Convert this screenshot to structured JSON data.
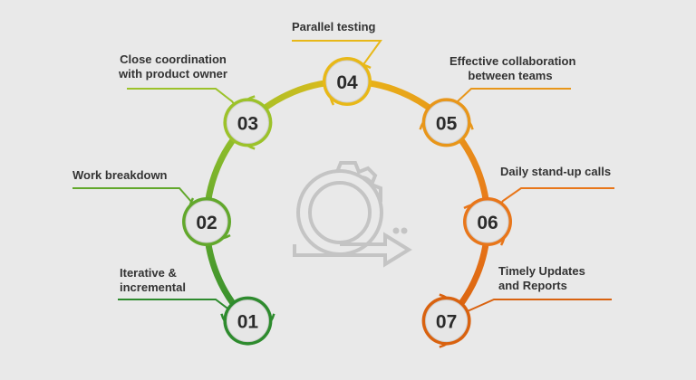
{
  "steps": [
    {
      "number": "01",
      "label": [
        "Iterative &",
        "incremental"
      ],
      "color": "#2e8b2e"
    },
    {
      "number": "02",
      "label": [
        "Work breakdown"
      ],
      "color": "#62a82c"
    },
    {
      "number": "03",
      "label": [
        "Close coordination",
        "with product owner"
      ],
      "color": "#9cc22a"
    },
    {
      "number": "04",
      "label": [
        "Parallel testing"
      ],
      "color": "#e8b818"
    },
    {
      "number": "05",
      "label": [
        "Effective collaboration",
        "between teams"
      ],
      "color": "#e8961a"
    },
    {
      "number": "06",
      "label": [
        "Daily stand-up calls"
      ],
      "color": "#e8761a"
    },
    {
      "number": "07",
      "label": [
        "Timely Updates",
        "and Reports"
      ],
      "color": "#d9620f"
    }
  ],
  "center_icon": "agile-cycle-gear-icon"
}
